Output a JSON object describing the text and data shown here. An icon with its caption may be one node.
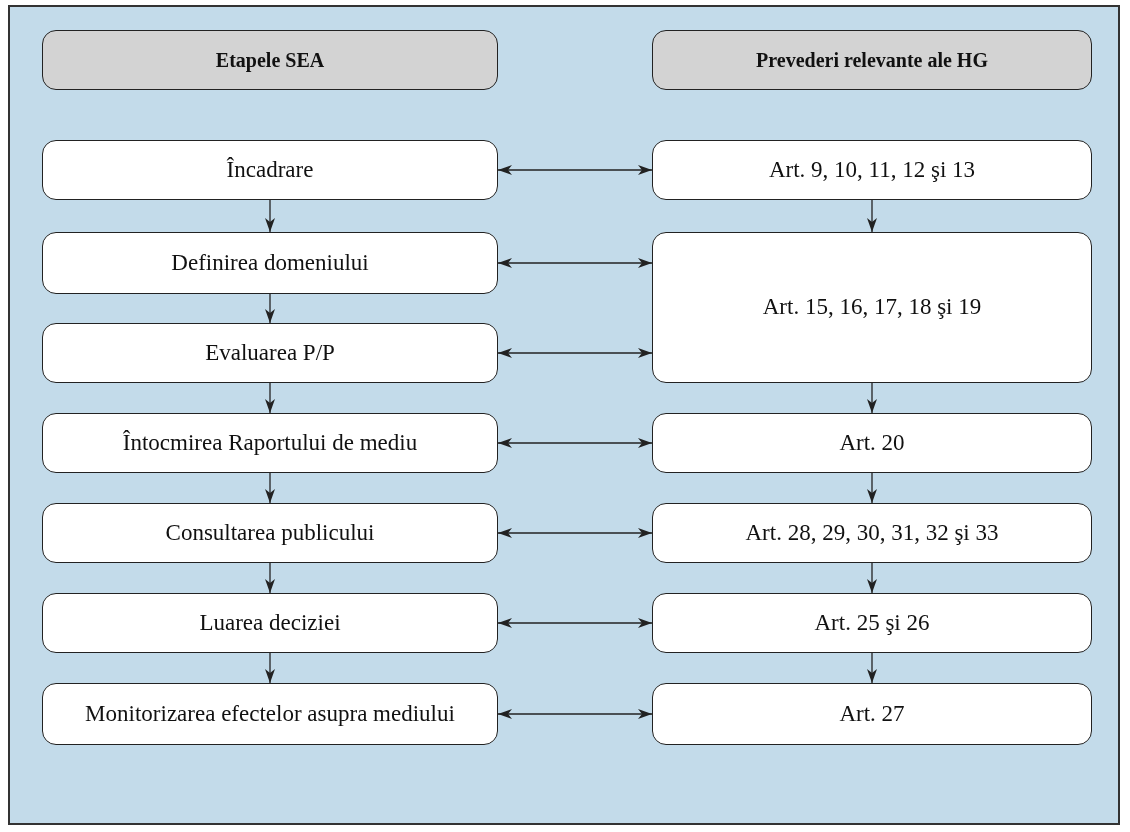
{
  "diagram": {
    "nodes": [
      {
        "text": [
          "Etapele SEA"
        ]
      },
      {
        "text": [
          "Prevederi relevante ale HG"
        ]
      },
      {
        "text": [
          "Încadrare"
        ]
      },
      {
        "text": [
          "Art. 9, 10, 11, 12 şi 13"
        ]
      },
      {
        "text": [
          "Definirea domeniului"
        ]
      },
      {
        "text": [
          "Art. 15, 16, 17, 18 şi 19"
        ]
      },
      {
        "text": [
          "Evaluarea P/P"
        ]
      },
      {
        "text": [
          "Întocmirea Raportului de mediu"
        ]
      },
      {
        "text": [
          "Art. 20"
        ]
      },
      {
        "text": [
          "Consultarea publicului"
        ]
      },
      {
        "text": [
          "Art. 28, 29, 30, 31, 32 şi 33"
        ]
      },
      {
        "text": [
          "Luarea deciziei"
        ]
      },
      {
        "text": [
          "Art. 25 şi 26"
        ]
      },
      {
        "text": [
          "Monitorizarea efectelor asupra mediului"
        ]
      },
      {
        "text": [
          "Art. 27"
        ]
      }
    ],
    "edges": [
      {
        "from": 2,
        "to": 3,
        "arrow": "both"
      },
      {
        "from": 4,
        "to": 5,
        "arrow": "both"
      },
      {
        "from": 6,
        "to": 5,
        "arrow": "both"
      },
      {
        "from": 7,
        "to": 8,
        "arrow": "both"
      },
      {
        "from": 9,
        "to": 10,
        "arrow": "both"
      },
      {
        "from": 11,
        "to": 12,
        "arrow": "both"
      },
      {
        "from": 13,
        "to": 14,
        "arrow": "both"
      },
      {
        "from": 2,
        "to": 4,
        "arrow": "to"
      },
      {
        "from": 4,
        "to": 6,
        "arrow": "to"
      },
      {
        "from": 6,
        "to": 7,
        "arrow": "to"
      },
      {
        "from": 7,
        "to": 9,
        "arrow": "to"
      },
      {
        "from": 9,
        "to": 11,
        "arrow": "to"
      },
      {
        "from": 11,
        "to": 13,
        "arrow": "to"
      },
      {
        "from": 3,
        "to": 5,
        "arrow": "to"
      },
      {
        "from": 5,
        "to": 8,
        "arrow": "to"
      },
      {
        "from": 8,
        "to": 10,
        "arrow": "to"
      },
      {
        "from": 10,
        "to": 12,
        "arrow": "to"
      },
      {
        "from": 12,
        "to": 14,
        "arrow": "to"
      }
    ]
  }
}
